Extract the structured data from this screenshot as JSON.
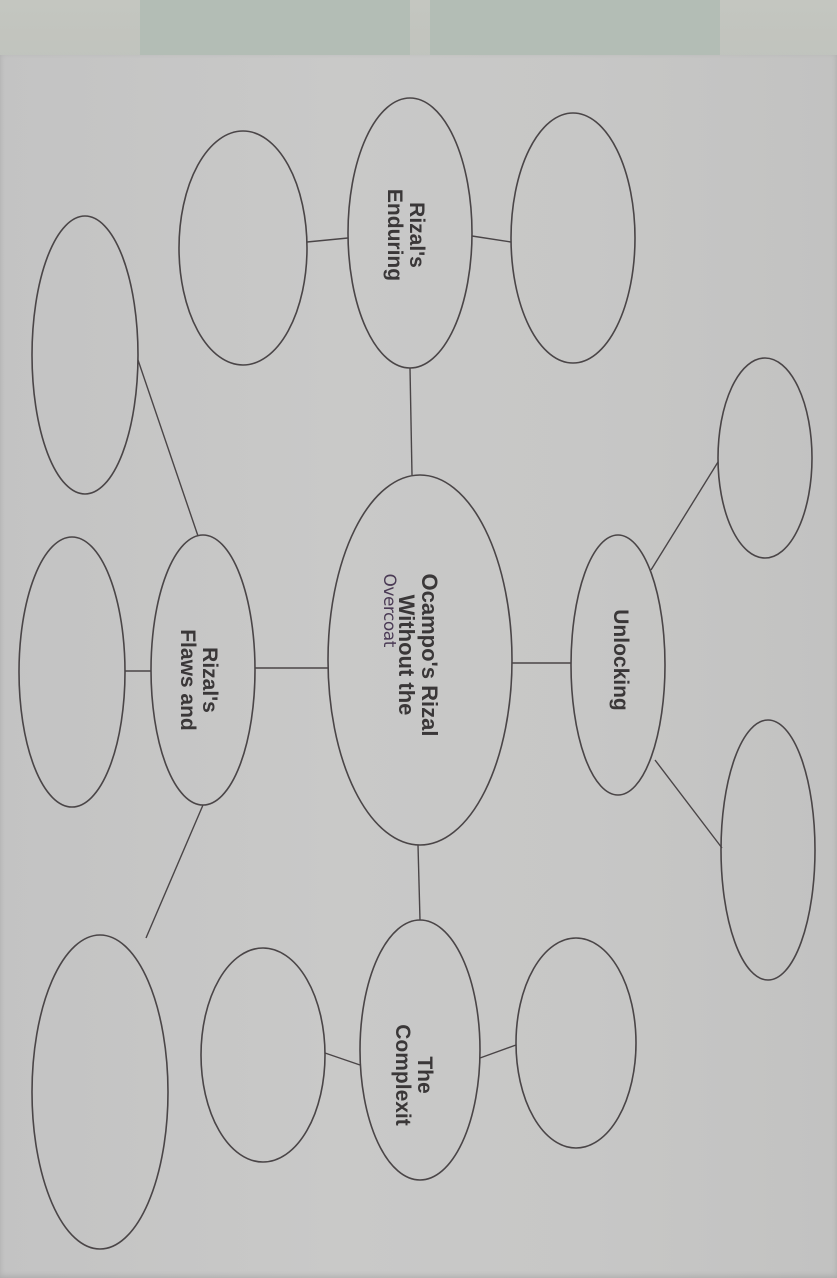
{
  "diagram": {
    "type": "concept-map",
    "orientation": "rotated-90-clockwise",
    "colors": {
      "paper": "#c7c7c6",
      "ink": "#4a4547",
      "text": "#3a3738",
      "handwriting": "#4a3a55",
      "backdrop_stripe": "#b3bdb5"
    },
    "center": {
      "lines": [
        "Ocampo's Rizal",
        "Without the"
      ],
      "handwritten": "Overcoat"
    },
    "branches": [
      {
        "id": "enduring",
        "lines": [
          "Rizal's",
          "Enduring"
        ],
        "children": [
          "",
          ""
        ]
      },
      {
        "id": "unlocking",
        "lines": [
          "Unlocking"
        ],
        "children": [
          "",
          ""
        ]
      },
      {
        "id": "complexity",
        "lines": [
          "The",
          "Complexit"
        ],
        "children": [
          "",
          ""
        ]
      },
      {
        "id": "flaws",
        "lines": [
          "Rizal's",
          "Flaws and"
        ],
        "children": [
          "",
          "",
          ""
        ]
      }
    ]
  }
}
